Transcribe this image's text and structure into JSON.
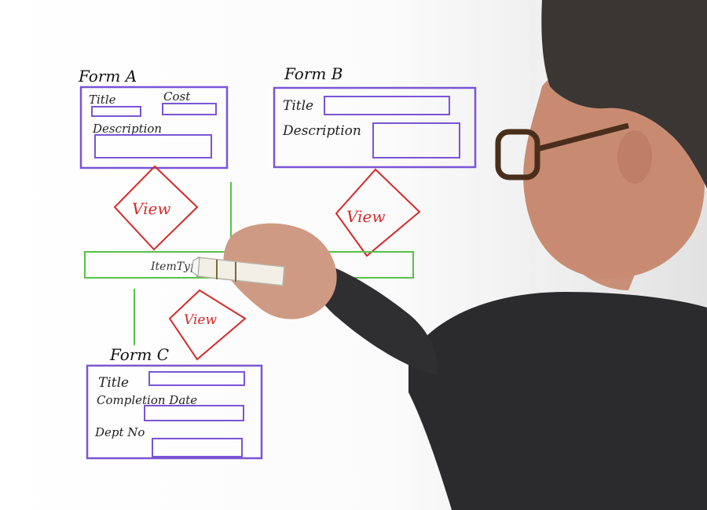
{
  "form_a": {
    "title": "Form A",
    "fields": {
      "title": "Title",
      "cost": "Cost",
      "description": "Description"
    }
  },
  "form_b": {
    "title": "Form B",
    "fields": {
      "title": "Title",
      "description": "Description"
    }
  },
  "form_c": {
    "title": "Form C",
    "fields": {
      "title": "Title",
      "completion_date": "Completion Date",
      "dept_no": "Dept No"
    }
  },
  "views": {
    "a": "View",
    "b": "View",
    "c": "View"
  },
  "item_type": "ItemType",
  "colors": {
    "form_box": "#7a55d6",
    "view_diamond": "#d42a2a",
    "connector": "#56c246",
    "ink": "#111111"
  }
}
